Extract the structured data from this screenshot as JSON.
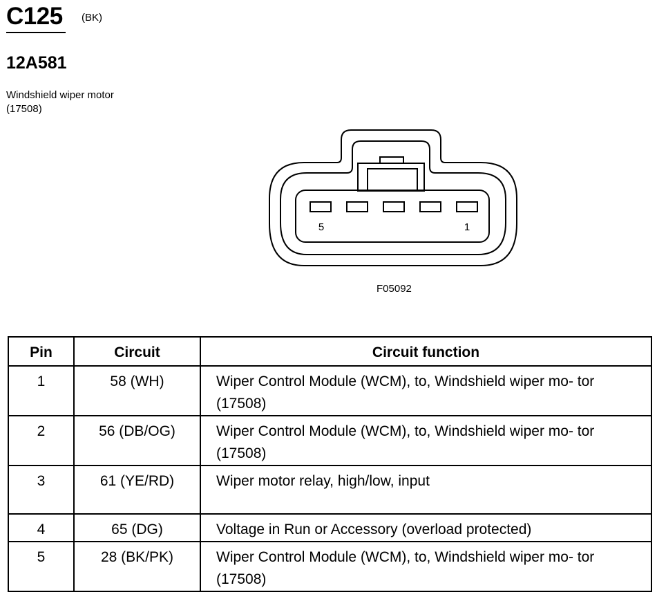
{
  "connector": {
    "id": "C125",
    "color": "(BK)",
    "part_number": "12A581",
    "description": "Windshield wiper motor (17508)"
  },
  "figure": {
    "pin_left_label": "5",
    "pin_right_label": "1",
    "figure_id": "F05092"
  },
  "table": {
    "headers": [
      "Pin",
      "Circuit",
      "Circuit function"
    ],
    "rows": [
      {
        "pin": "1",
        "circuit": "58 (WH)",
        "function": "Wiper Control Module (WCM), to, Windshield wiper mo- tor (17508)"
      },
      {
        "pin": "2",
        "circuit": "56 (DB/OG)",
        "function": "Wiper Control Module (WCM), to, Windshield wiper mo- tor (17508)"
      },
      {
        "pin": "3",
        "circuit": "61 (YE/RD)",
        "function": "Wiper motor relay, high/low, input"
      },
      {
        "pin": "4",
        "circuit": "65 (DG)",
        "function": "Voltage in Run or Accessory (overload protected)"
      },
      {
        "pin": "5",
        "circuit": "28 (BK/PK)",
        "function": "Wiper Control Module (WCM), to, Windshield wiper mo- tor (17508)"
      }
    ]
  }
}
